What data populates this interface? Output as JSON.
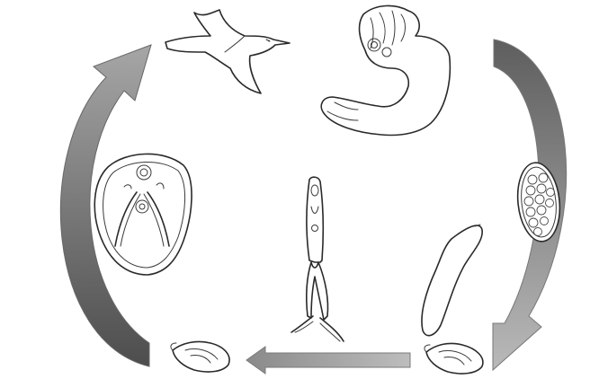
{
  "diagram": {
    "kind": "parasite life cycle illustration",
    "colors": {
      "arrow_dark": "#6f6f6f",
      "arrow_mid": "#9a9a9a",
      "arrow_light": "#cfcfcf",
      "ink": "#2a2a2a",
      "background": "#ffffff"
    },
    "stages": [
      {
        "id": "definitive-host-bird",
        "icon": "flying-bird-icon"
      },
      {
        "id": "adult-fluke",
        "icon": "adult-worm-icon"
      },
      {
        "id": "egg",
        "icon": "egg-icon"
      },
      {
        "id": "miracidium",
        "icon": "miracidium-icon"
      },
      {
        "id": "snail-host-1",
        "icon": "snail-icon"
      },
      {
        "id": "cercaria",
        "icon": "cercaria-icon"
      },
      {
        "id": "snail-host-2",
        "icon": "snail-icon"
      },
      {
        "id": "metacercaria",
        "icon": "metacercaria-cyst-icon"
      }
    ],
    "arrows": [
      {
        "id": "arrow-right-down",
        "direction": "clockwise"
      },
      {
        "id": "arrow-bottom-left",
        "direction": "leftward"
      },
      {
        "id": "arrow-left-up",
        "direction": "clockwise"
      }
    ]
  }
}
